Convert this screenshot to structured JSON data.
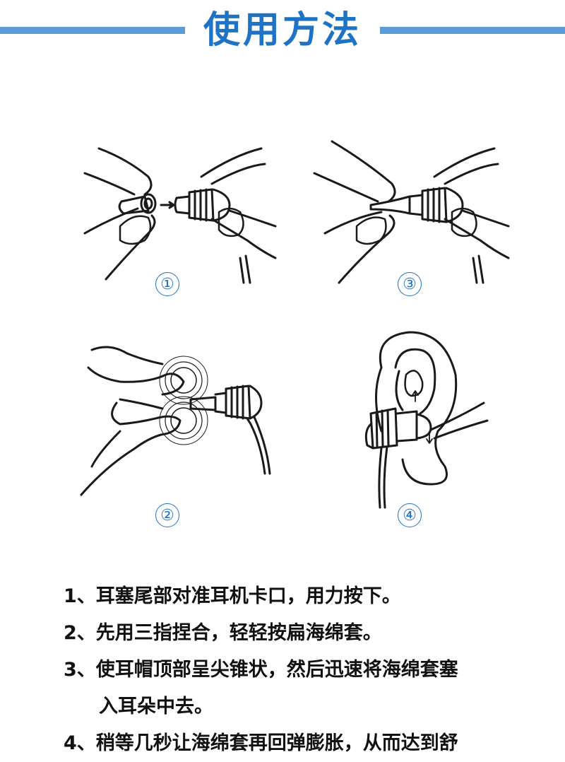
{
  "header": {
    "title": "使用方法"
  },
  "figures": [
    {
      "id": "1",
      "label": "①"
    },
    {
      "id": "3",
      "label": "③"
    },
    {
      "id": "2",
      "label": "②"
    },
    {
      "id": "4",
      "label": "④"
    }
  ],
  "steps": [
    {
      "text": "1、耳塞尾部对准耳机卡口，用力按下。"
    },
    {
      "text": "2、先用三指捏合，轻轻按扁海绵套。"
    },
    {
      "text": "3、使耳帽顶部呈尖锥状，然后迅速将海绵套塞",
      "cont": "入耳朵中去。"
    },
    {
      "text": "4、稍等几秒让海绵套再回弹膨胀，从而达到舒"
    }
  ],
  "colors": {
    "accent": "#1f73c4",
    "rule": "#5b9bd5",
    "line": "#1a1a1a"
  }
}
